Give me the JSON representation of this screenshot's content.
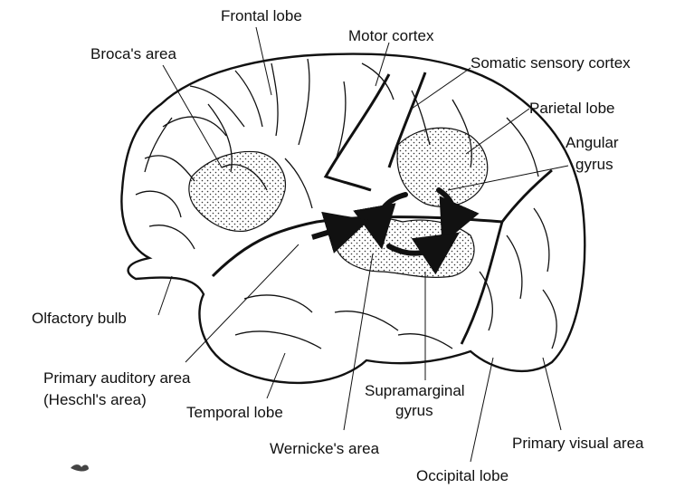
{
  "labels": {
    "frontal_lobe": "Frontal lobe",
    "motor_cortex": "Motor cortex",
    "brocas_area": "Broca's area",
    "somatic_sensory_cortex": "Somatic sensory cortex",
    "parietal_lobe": "Parietal lobe",
    "angular_gyrus_line1": "Angular",
    "angular_gyrus_line2": "gyrus",
    "olfactory_bulb": "Olfactory bulb",
    "primary_auditory_line1": "Primary auditory area",
    "primary_auditory_line2": "(Heschl's area)",
    "temporal_lobe": "Temporal lobe",
    "supramarginal_line1": "Supramarginal",
    "supramarginal_line2": "gyrus",
    "wernickes_area": "Wernicke's area",
    "primary_visual_area": "Primary visual area",
    "occipital_lobe": "Occipital lobe"
  },
  "colors": {
    "ink": "#111111",
    "stipple": "#333333",
    "background": "#ffffff"
  }
}
